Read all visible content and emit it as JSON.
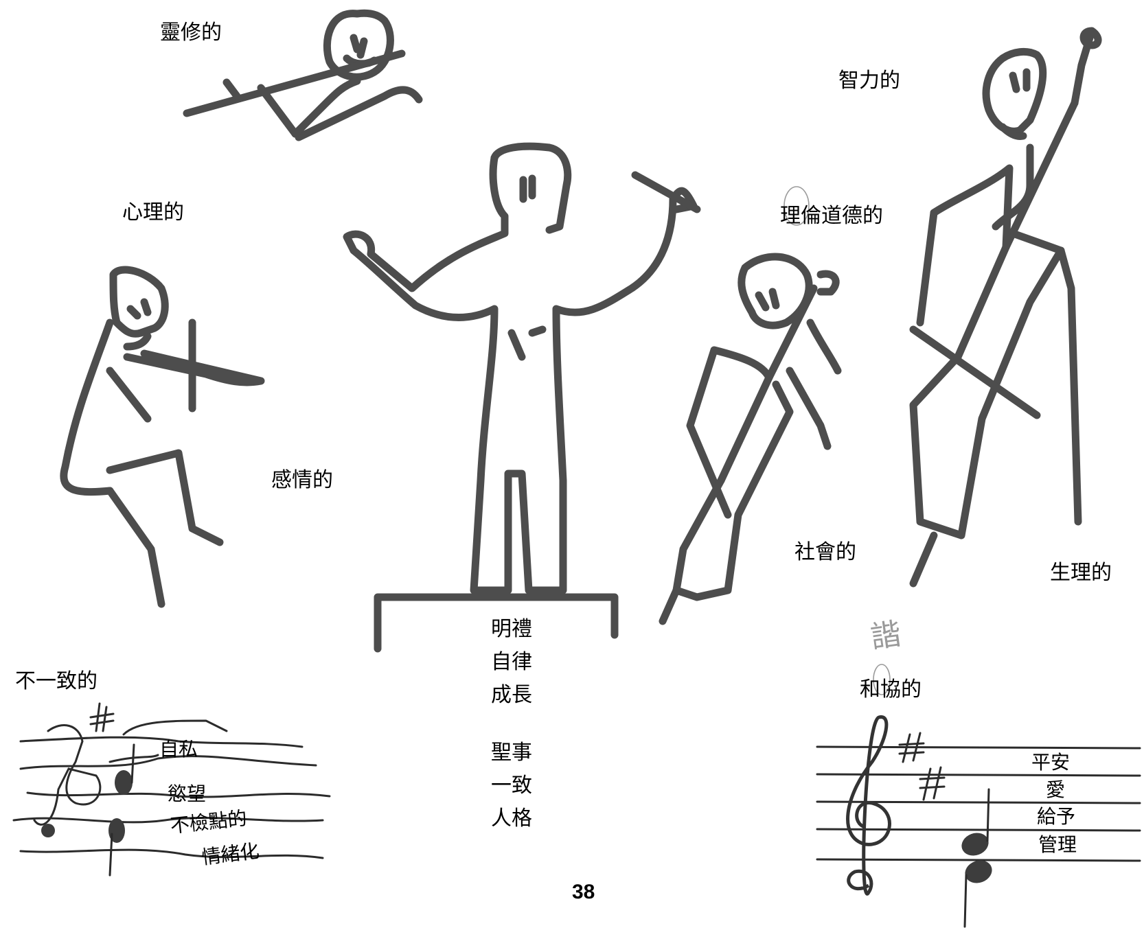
{
  "roles": {
    "spiritual": "靈修的",
    "intellectual": "智力的",
    "psychological": "心理的",
    "ethical": "理倫道德的",
    "emotional": "感情的",
    "social": "社會的",
    "physical": "生理的"
  },
  "podium": {
    "group1": [
      "明禮",
      "自律",
      "成長"
    ],
    "group2": [
      "聖事",
      "一致",
      "人格"
    ]
  },
  "inconsistent": {
    "title": "不一致的",
    "words": [
      "自私",
      "慾望",
      "不檢點的",
      "情緒化"
    ]
  },
  "harmonious": {
    "title": "和協的",
    "handwritten_correction": "諧",
    "words": [
      "平安",
      "愛",
      "給予",
      "管理"
    ]
  },
  "page_number": "38"
}
